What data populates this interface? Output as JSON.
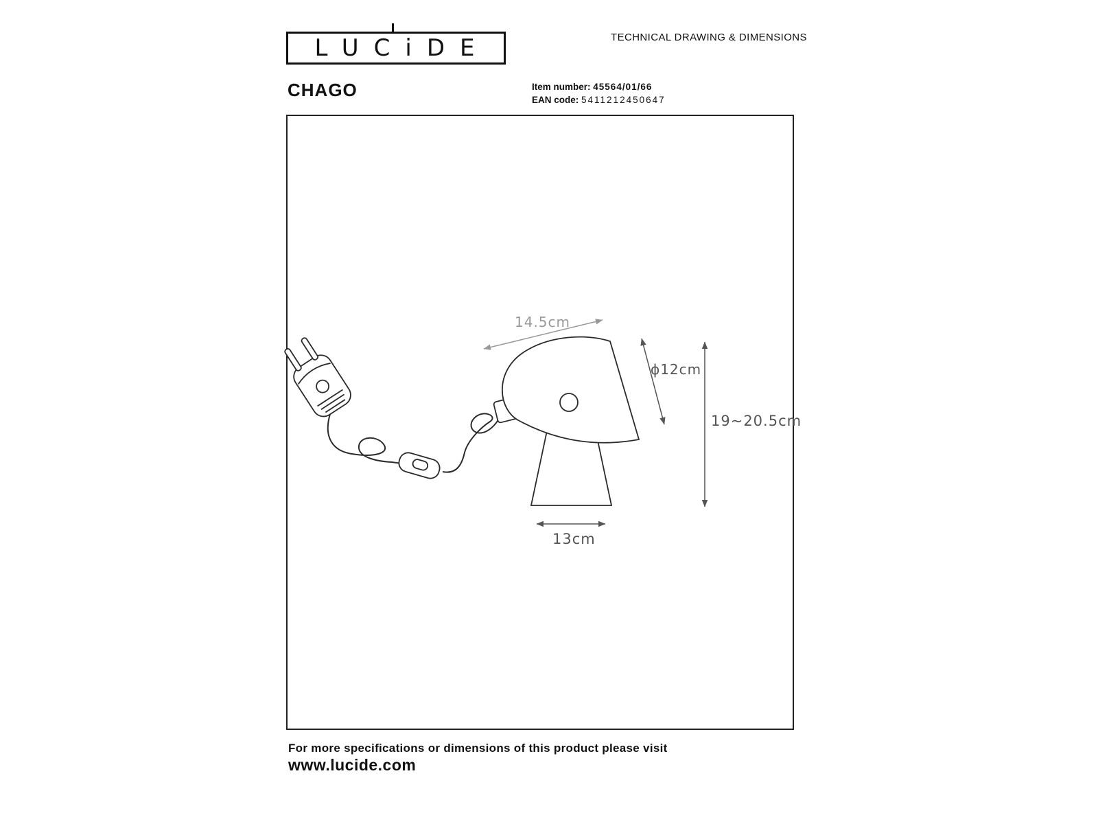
{
  "header": {
    "brand": "LUCiDE",
    "doc_title": "TECHNICAL DRAWING & DIMENSIONS"
  },
  "product": {
    "name": "CHAGO",
    "item_label": "Item number:",
    "item_value": "45564/01/66",
    "ean_label": "EAN code:",
    "ean_value": "5411212450647"
  },
  "dimensions": {
    "head_length": "14.5cm",
    "diameter": "ϕ12cm",
    "height": "19~20.5cm",
    "base_width": "13cm"
  },
  "footer": {
    "note": "For more specifications or dimensions of this product please visit",
    "website": "www.lucide.com"
  },
  "colors": {
    "line": "#2b2b2b",
    "dim_grey": "#999999",
    "dim_dark": "#555555"
  }
}
